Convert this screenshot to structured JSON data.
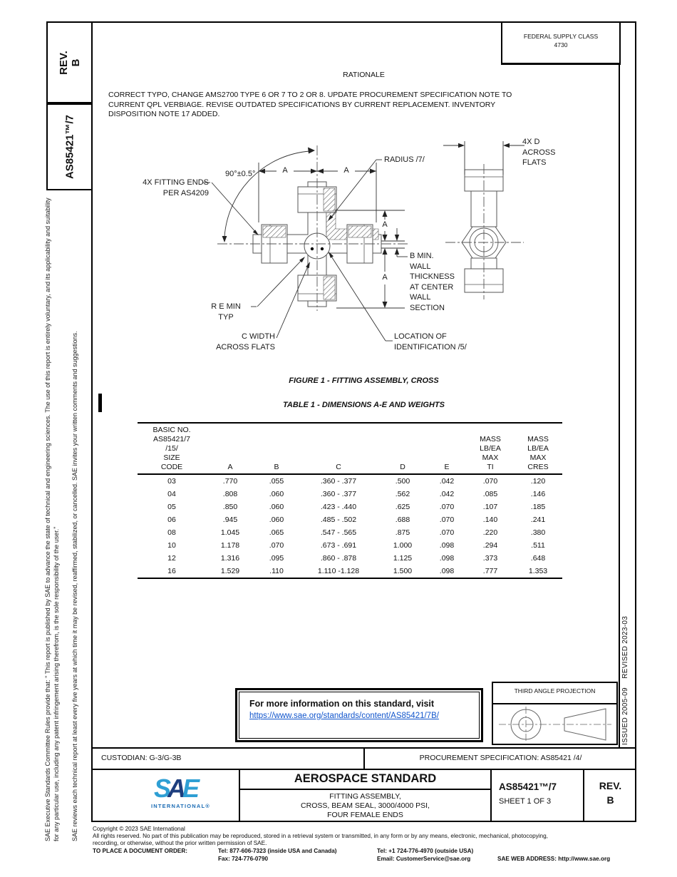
{
  "sidebar": {
    "rev_box": "REV.\nB",
    "doc_number": "AS85421™/7",
    "disclaimer_1": "SAE Executive Standards Committee Rules provide that: \" This report is published by SAE to advance the state of technical and engineering sciences. The use of this report is entirely voluntary, and its applicability and suitability for any particular use, including any patent infringement arising therefrom, is the sole responsibility of the user.\"",
    "disclaimer_2": "SAE reviews each technical report at least every five years at which time it may be revised, reaffirmed, stabilized, or cancelled. SAE invites your written comments and suggestions.",
    "issued_revised": "ISSUED 2005-09    REVISED 2023-03"
  },
  "header": {
    "federal_supply_class": "FEDERAL SUPPLY CLASS",
    "federal_supply_class_code": "4730",
    "rationale_title": "RATIONALE",
    "rationale_body": "CORRECT TYPO, CHANGE AMS2700 TYPE 6 OR 7 TO 2 OR 8. UPDATE PROCUREMENT SPECIFICATION NOTE TO\nCURRENT QPL VERBIAGE. REVISE OUTDATED SPECIFICATIONS BY CURRENT REPLACEMENT.  INVENTORY\nDISPOSITION NOTE 17 ADDED."
  },
  "figure": {
    "caption": "FIGURE 1 - FITTING ASSEMBLY, CROSS",
    "labels": {
      "fitting_ends": "4X FITTING ENDS\nPER AS4209",
      "angle": "90°±0.5°",
      "radius": "RADIUS /7/",
      "dim_a": "A",
      "d_across_flats": "4X D\nACROSS\nFLATS",
      "b_min": "B MIN.\nWALL\nTHICKNESS\nAT CENTER\nWALL\nSECTION",
      "re_min": "R E MIN\nTYP",
      "c_width": "C WIDTH\nACROSS FLATS",
      "location_id": "LOCATION OF\nIDENTIFICATION /5/"
    }
  },
  "table": {
    "caption": "TABLE 1 - DIMENSIONS A-E AND WEIGHTS",
    "headers": [
      "BASIC NO.\nAS85421/7\n/15/\nSIZE\nCODE",
      "A",
      "B",
      "C",
      "D",
      "E",
      "MASS\nLB/EA\nMAX\nTI",
      "MASS\nLB/EA\nMAX\nCRES"
    ],
    "rows": [
      [
        "03",
        ".770",
        ".055",
        ".360 -  .377",
        ".500",
        ".042",
        ".070",
        ".120"
      ],
      [
        "04",
        ".808",
        ".060",
        ".360 -  .377",
        ".562",
        ".042",
        ".085",
        ".146"
      ],
      [
        "05",
        ".850",
        ".060",
        ".423 -  .440",
        ".625",
        ".070",
        ".107",
        ".185"
      ],
      [
        "06",
        ".945",
        ".060",
        ".485 -  .502",
        ".688",
        ".070",
        ".140",
        ".241"
      ],
      [
        "08",
        "1.045",
        ".065",
        ".547 -  .565",
        ".875",
        ".070",
        ".220",
        ".380"
      ],
      [
        "10",
        "1.178",
        ".070",
        ".673 -  .691",
        "1.000",
        ".098",
        ".294",
        ".511"
      ],
      [
        "12",
        "1.316",
        ".095",
        ".860 -  .878",
        "1.125",
        ".098",
        ".373",
        ".648"
      ],
      [
        "16",
        "1.529",
        ".110",
        "1.110 -1.128",
        "1.500",
        ".098",
        ".777",
        "1.353"
      ]
    ]
  },
  "info_box": {
    "text": "For more information on this standard, visit",
    "link": "https://www.sae.org/standards/content/AS85421/7B/",
    "link_color": "#1155CC"
  },
  "projection_box": {
    "title": "THIRD ANGLE PROJECTION"
  },
  "title_block": {
    "custodian": "CUSTODIAN: G-3/G-3B",
    "procurement": "PROCUREMENT SPECIFICATION: AS85421 /4/",
    "logo_letters": [
      "S",
      "A",
      "E"
    ],
    "logo_subtext": "INTERNATIONAL®",
    "logo_colors": {
      "light": "#2E9FD4",
      "dark": "#1D3E7E",
      "sub": "#1D6DB5"
    },
    "standard_type": "AEROSPACE STANDARD",
    "title": "FITTING ASSEMBLY,\nCROSS, BEAM SEAL, 3000/4000 PSI,\nFOUR FEMALE ENDS",
    "doc_number": "AS85421™/7",
    "sheet": "SHEET 1 OF 3",
    "rev_label": "REV.",
    "rev_value": "B"
  },
  "footer": {
    "copyright_line_1": "Copyright © 2023 SAE International",
    "copyright_line_2": "All rights reserved. No part of this publication may be reproduced, stored in a retrieval system or transmitted, in any form or by any means, electronic, mechanical, photocopying,",
    "copyright_line_3": "recording, or otherwise, without the prior written permission of SAE.",
    "order_label": "TO PLACE A DOCUMENT ORDER:",
    "tel_inside": "Tel: 877-606-7323 (inside USA and Canada)",
    "tel_outside": "Tel: +1 724-776-4970 (outside USA)",
    "fax": "Fax: 724-776-0790",
    "email": "Email: CustomerService@sae.org",
    "web": "SAE WEB ADDRESS: http://www.sae.org"
  }
}
